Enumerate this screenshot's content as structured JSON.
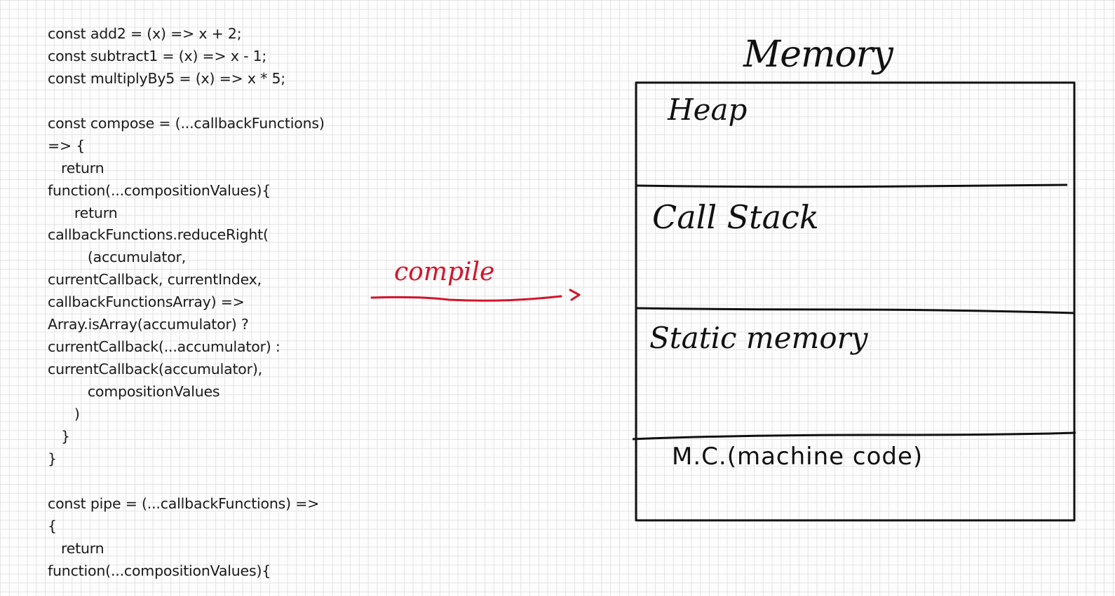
{
  "code": {
    "lines": [
      "const add2 = (x) => x + 2;",
      "const subtract1 = (x) => x - 1;",
      "const multiplyBy5 = (x) => x * 5;",
      "",
      "const compose = (...callbackFunctions)",
      "=> {",
      "   return",
      "function(...compositionValues){",
      "      return",
      "callbackFunctions.reduceRight(",
      "         (accumulator,",
      "currentCallback, currentIndex,",
      "callbackFunctionsArray) =>",
      "Array.isArray(accumulator) ?",
      "currentCallback(...accumulator) :",
      "currentCallback(accumulator),",
      "         compositionValues",
      "      )",
      "   }",
      "}",
      "",
      "const pipe = (...callbackFunctions) =>",
      "{",
      "   return",
      "function(...compositionValues){"
    ]
  },
  "arrow": {
    "label": "compile",
    "color": "#d4142b"
  },
  "memory": {
    "title": "Memory",
    "sections": {
      "heap": "Heap",
      "call_stack": "Call Stack",
      "static_memory": "Static memory",
      "machine_code": "M.C.(machine code)"
    }
  }
}
